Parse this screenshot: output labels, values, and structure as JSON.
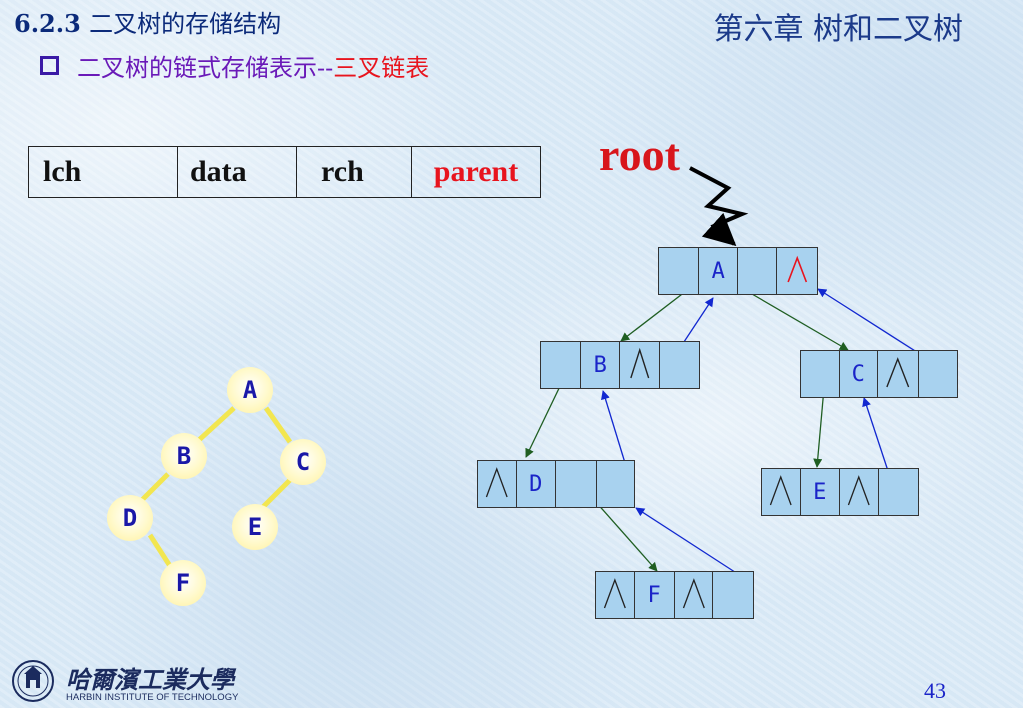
{
  "header": {
    "section_number": "6.2.3",
    "section_title": "二叉树的存储结构",
    "chapter": "第六章 树和二叉树"
  },
  "subtitle": {
    "main": "二叉树的链式存储表示--",
    "highlight": "三叉链表"
  },
  "structure_table": [
    "lch",
    "data",
    "rch",
    "parent"
  ],
  "root_label": "root",
  "null_symbol": "∧",
  "linked_nodes": {
    "A": [
      "",
      "A",
      "",
      "∧"
    ],
    "B": [
      "",
      "B",
      "∧",
      ""
    ],
    "C": [
      "",
      "C",
      "∧",
      ""
    ],
    "D": [
      "∧",
      "D",
      "",
      ""
    ],
    "E": [
      "∧",
      "E",
      "∧",
      ""
    ],
    "F": [
      "∧",
      "F",
      "∧",
      ""
    ]
  },
  "tree_nodes": [
    "A",
    "B",
    "C",
    "D",
    "E",
    "F"
  ],
  "footer": {
    "university": "哈爾濱工業大學",
    "university_en": "HARBIN INSTITUTE OF TECHNOLOGY",
    "page_number": "43"
  },
  "colors": {
    "section_title": "#0b2a7a",
    "subtitle": "#6a1ab8",
    "highlight": "#e8141e",
    "node_fill": "#a8d2ef",
    "node_text": "#1a24c8",
    "child_arrow": "#1f5e22",
    "parent_arrow": "#1228d0",
    "tree_edge": "#f2e650",
    "tree_node_fill": "#fff3a8"
  }
}
